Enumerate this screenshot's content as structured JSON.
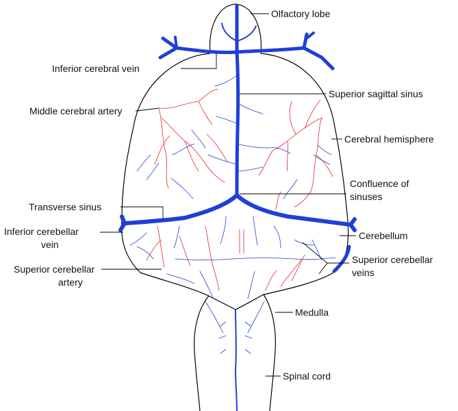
{
  "colors": {
    "vein": "#1f3fd6",
    "artery": "#e3242b",
    "outline": "#000000",
    "background": "#ffffff"
  },
  "labels": {
    "olfactory_lobe": "Olfactory lobe",
    "inferior_cerebral_vein": "Inferior cerebral vein",
    "superior_sagittal_sinus": "Superior sagittal sinus",
    "middle_cerebral_artery": "Middle cerebral artery",
    "cerebral_hemisphere": "Cerebral hemisphere",
    "confluence_line1": "Confluence of",
    "confluence_line2": "sinuses",
    "transverse_sinus": "Transverse sinus",
    "inferior_cerebellar_line1": "Inferior cerebellar",
    "inferior_cerebellar_line2": "vein",
    "cerebellum": "Cerebellum",
    "superior_cerebellar_artery_line1": "Superior cerebellar",
    "superior_cerebellar_artery_line2": "artery",
    "superior_cerebellar_veins_line1": "Superior cerebellar",
    "superior_cerebellar_veins_line2": "veins",
    "medulla": "Medulla",
    "spinal_cord": "Spinal cord"
  }
}
